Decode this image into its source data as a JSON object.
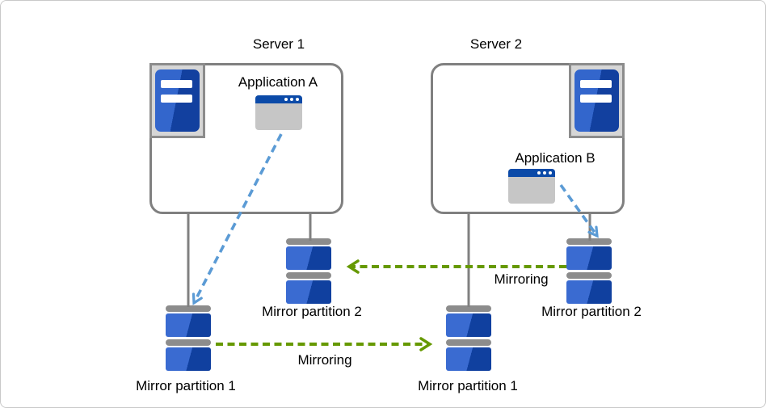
{
  "servers": [
    {
      "label": "Server 1",
      "application": {
        "label": "Application A"
      }
    },
    {
      "label": "Server 2",
      "application": {
        "label": "Application B"
      }
    }
  ],
  "partitions": [
    {
      "id": "server1-partition1",
      "label": "Mirror partition 1"
    },
    {
      "id": "server1-partition2",
      "label": "Mirror partition 2"
    },
    {
      "id": "server2-partition1",
      "label": "Mirror partition 1"
    },
    {
      "id": "server2-partition2",
      "label": "Mirror partition 2"
    }
  ],
  "mirroring": [
    {
      "label": "Mirroring",
      "direction": "right-to-left"
    },
    {
      "label": "Mirroring",
      "direction": "left-to-right"
    }
  ],
  "colors": {
    "canvas_border": "#c9c9c9",
    "box_border": "#808080",
    "connector": "#808080",
    "frame_fill": "#d6d6d6",
    "frame_border": "#8c8c8c",
    "tower_light": "#3366cc",
    "tower_dark": "#12409f",
    "disk_light": "#3a6bd1",
    "disk_dark": "#10409f",
    "disk_bar": "#8c8c8c",
    "app_titlebar": "#0b4aa8",
    "app_body": "#c6c6c6",
    "mirroring_green": "#669900",
    "app_arrow_blue": "#5b9bd5"
  }
}
